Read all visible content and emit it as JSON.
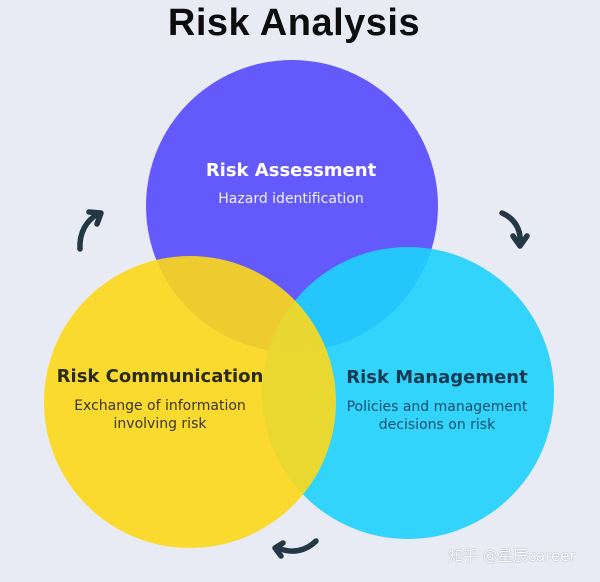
{
  "title": "Risk Analysis",
  "colors": {
    "background": "#e8ebf4",
    "assessment_circle": "#6459fb",
    "communication_circle": "#fcd91c",
    "management_circle": "#1ed2fc",
    "arrow": "#243744"
  },
  "circles": [
    {
      "id": "assessment",
      "title": "Risk Assessment",
      "subtitle": "Hazard identification",
      "color": "#6459fb"
    },
    {
      "id": "communication",
      "title": "Risk Communication",
      "subtitle_lines": [
        "Exchange of information",
        "involving risk"
      ],
      "color": "#fcd91c"
    },
    {
      "id": "management",
      "title": "Risk Management",
      "subtitle_lines": [
        "Policies and management",
        "decisions on risk"
      ],
      "color": "#1ed2fc"
    }
  ],
  "arrows": [
    {
      "position": "upper-left",
      "direction": "curved-up-right"
    },
    {
      "position": "upper-right",
      "direction": "curved-down"
    },
    {
      "position": "bottom",
      "direction": "curved-left"
    }
  ],
  "watermark": "知乎 @星辰career"
}
